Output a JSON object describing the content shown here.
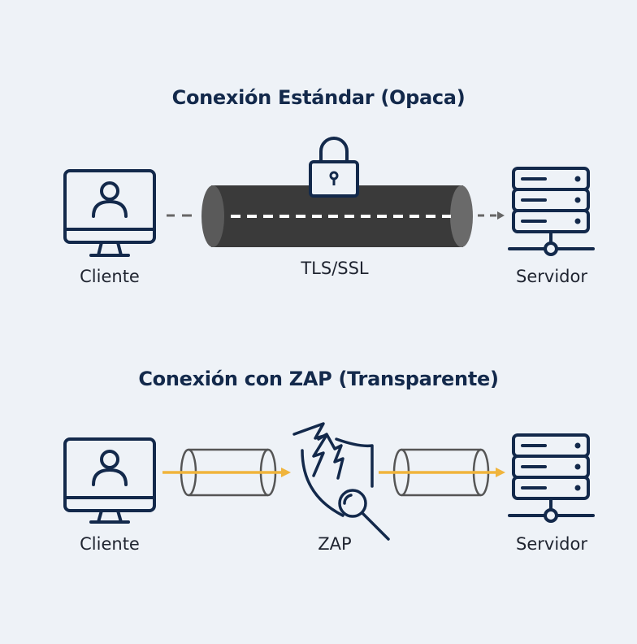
{
  "sections": [
    {
      "title": "Conexión Estándar (Opaca)",
      "client_label": "Cliente",
      "tunnel_label": "TLS/SSL",
      "server_label": "Servidor"
    },
    {
      "title": "Conexión con ZAP (Transparente)",
      "client_label": "Cliente",
      "proxy_label": "ZAP",
      "server_label": "Servidor"
    }
  ],
  "colors": {
    "background": "#eef2f7",
    "icon_stroke": "#13294b",
    "tunnel_fill": "#3a3a3a",
    "arrow_accent": "#f0b43c",
    "dash_gray": "#666666"
  },
  "icons": [
    "monitor-user-icon",
    "lock-icon",
    "server-rack-icon",
    "shield-lightning-icon",
    "magnifier-icon"
  ]
}
